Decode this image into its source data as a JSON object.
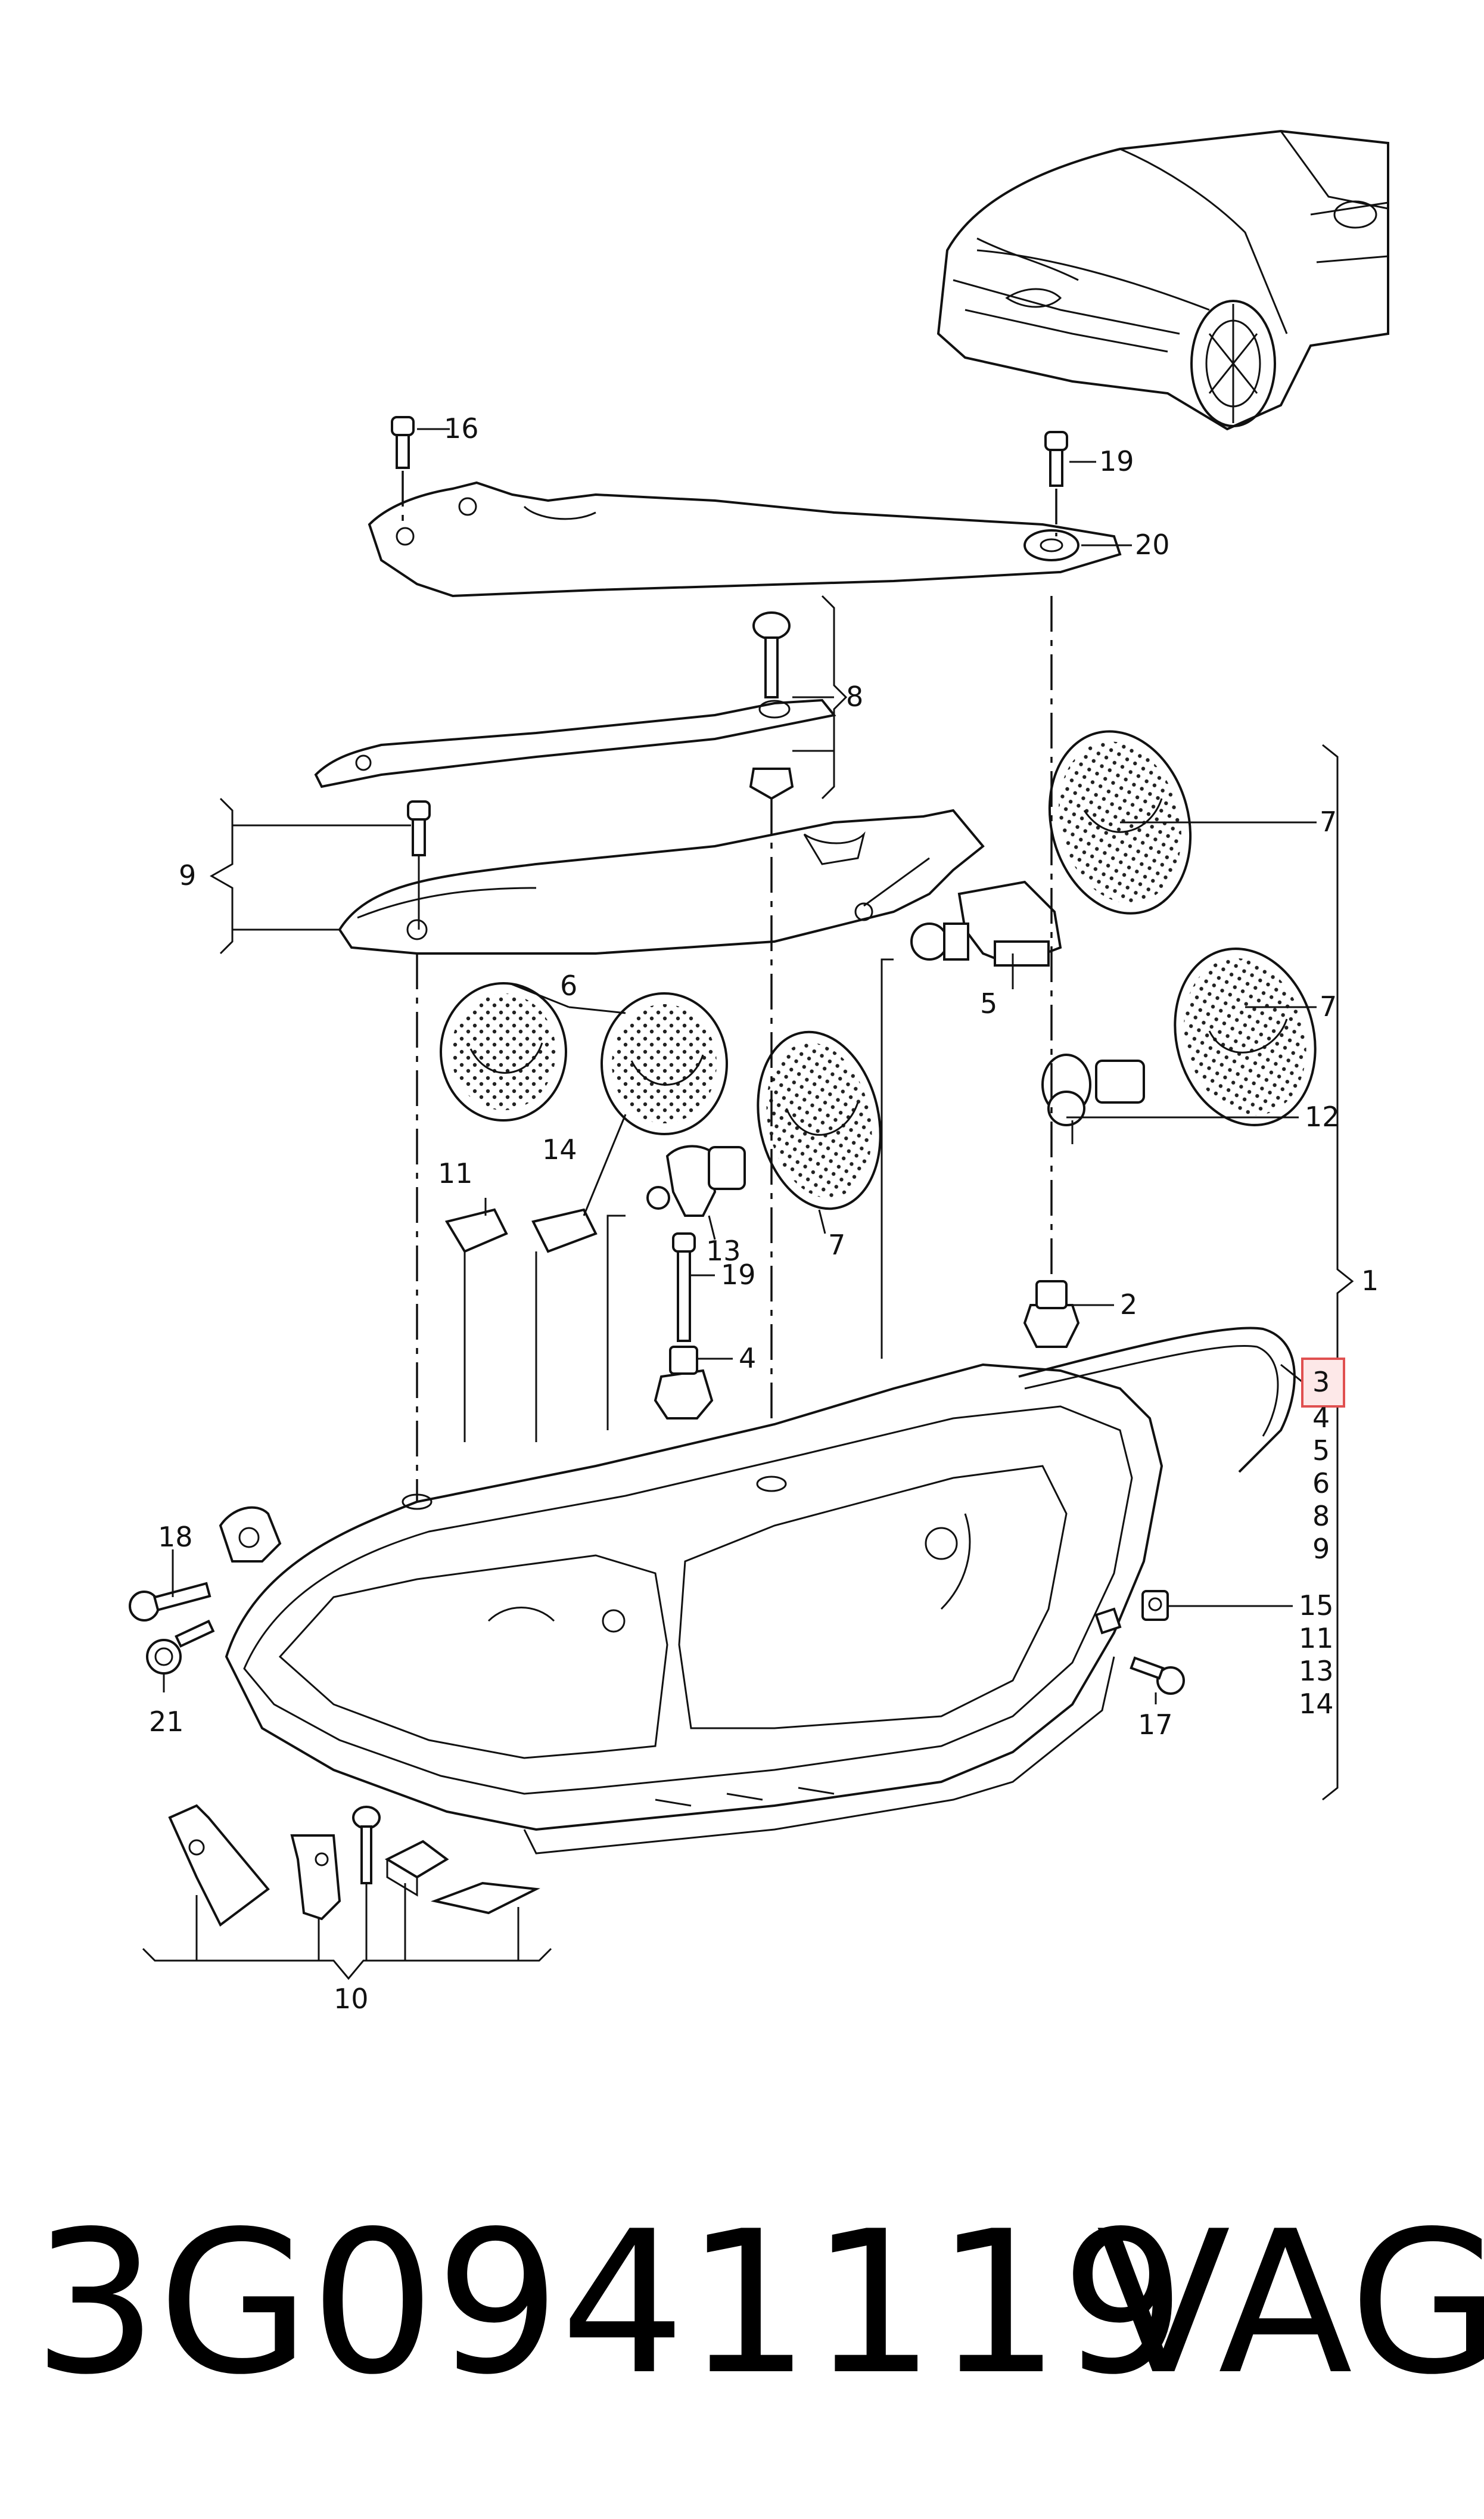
{
  "callouts": {
    "c1": "1",
    "c2": "2",
    "c3": "3",
    "c4": "4",
    "c5": "5",
    "c6": "6",
    "c7": "7",
    "c8": "8",
    "c9": "9",
    "c10": "10",
    "c11": "11",
    "c12": "12",
    "c13": "13",
    "c14": "14",
    "c15": "15",
    "c16": "16",
    "c17": "17",
    "c18": "18",
    "c19": "19",
    "c20": "20",
    "c21": "21"
  },
  "group_list": [
    "3",
    "4",
    "5",
    "6",
    "8",
    "9",
    "15",
    "11",
    "13",
    "14"
  ],
  "highlight_color": "#e05050",
  "footer": {
    "part_number": "3G0941119",
    "brand": "VAG"
  }
}
